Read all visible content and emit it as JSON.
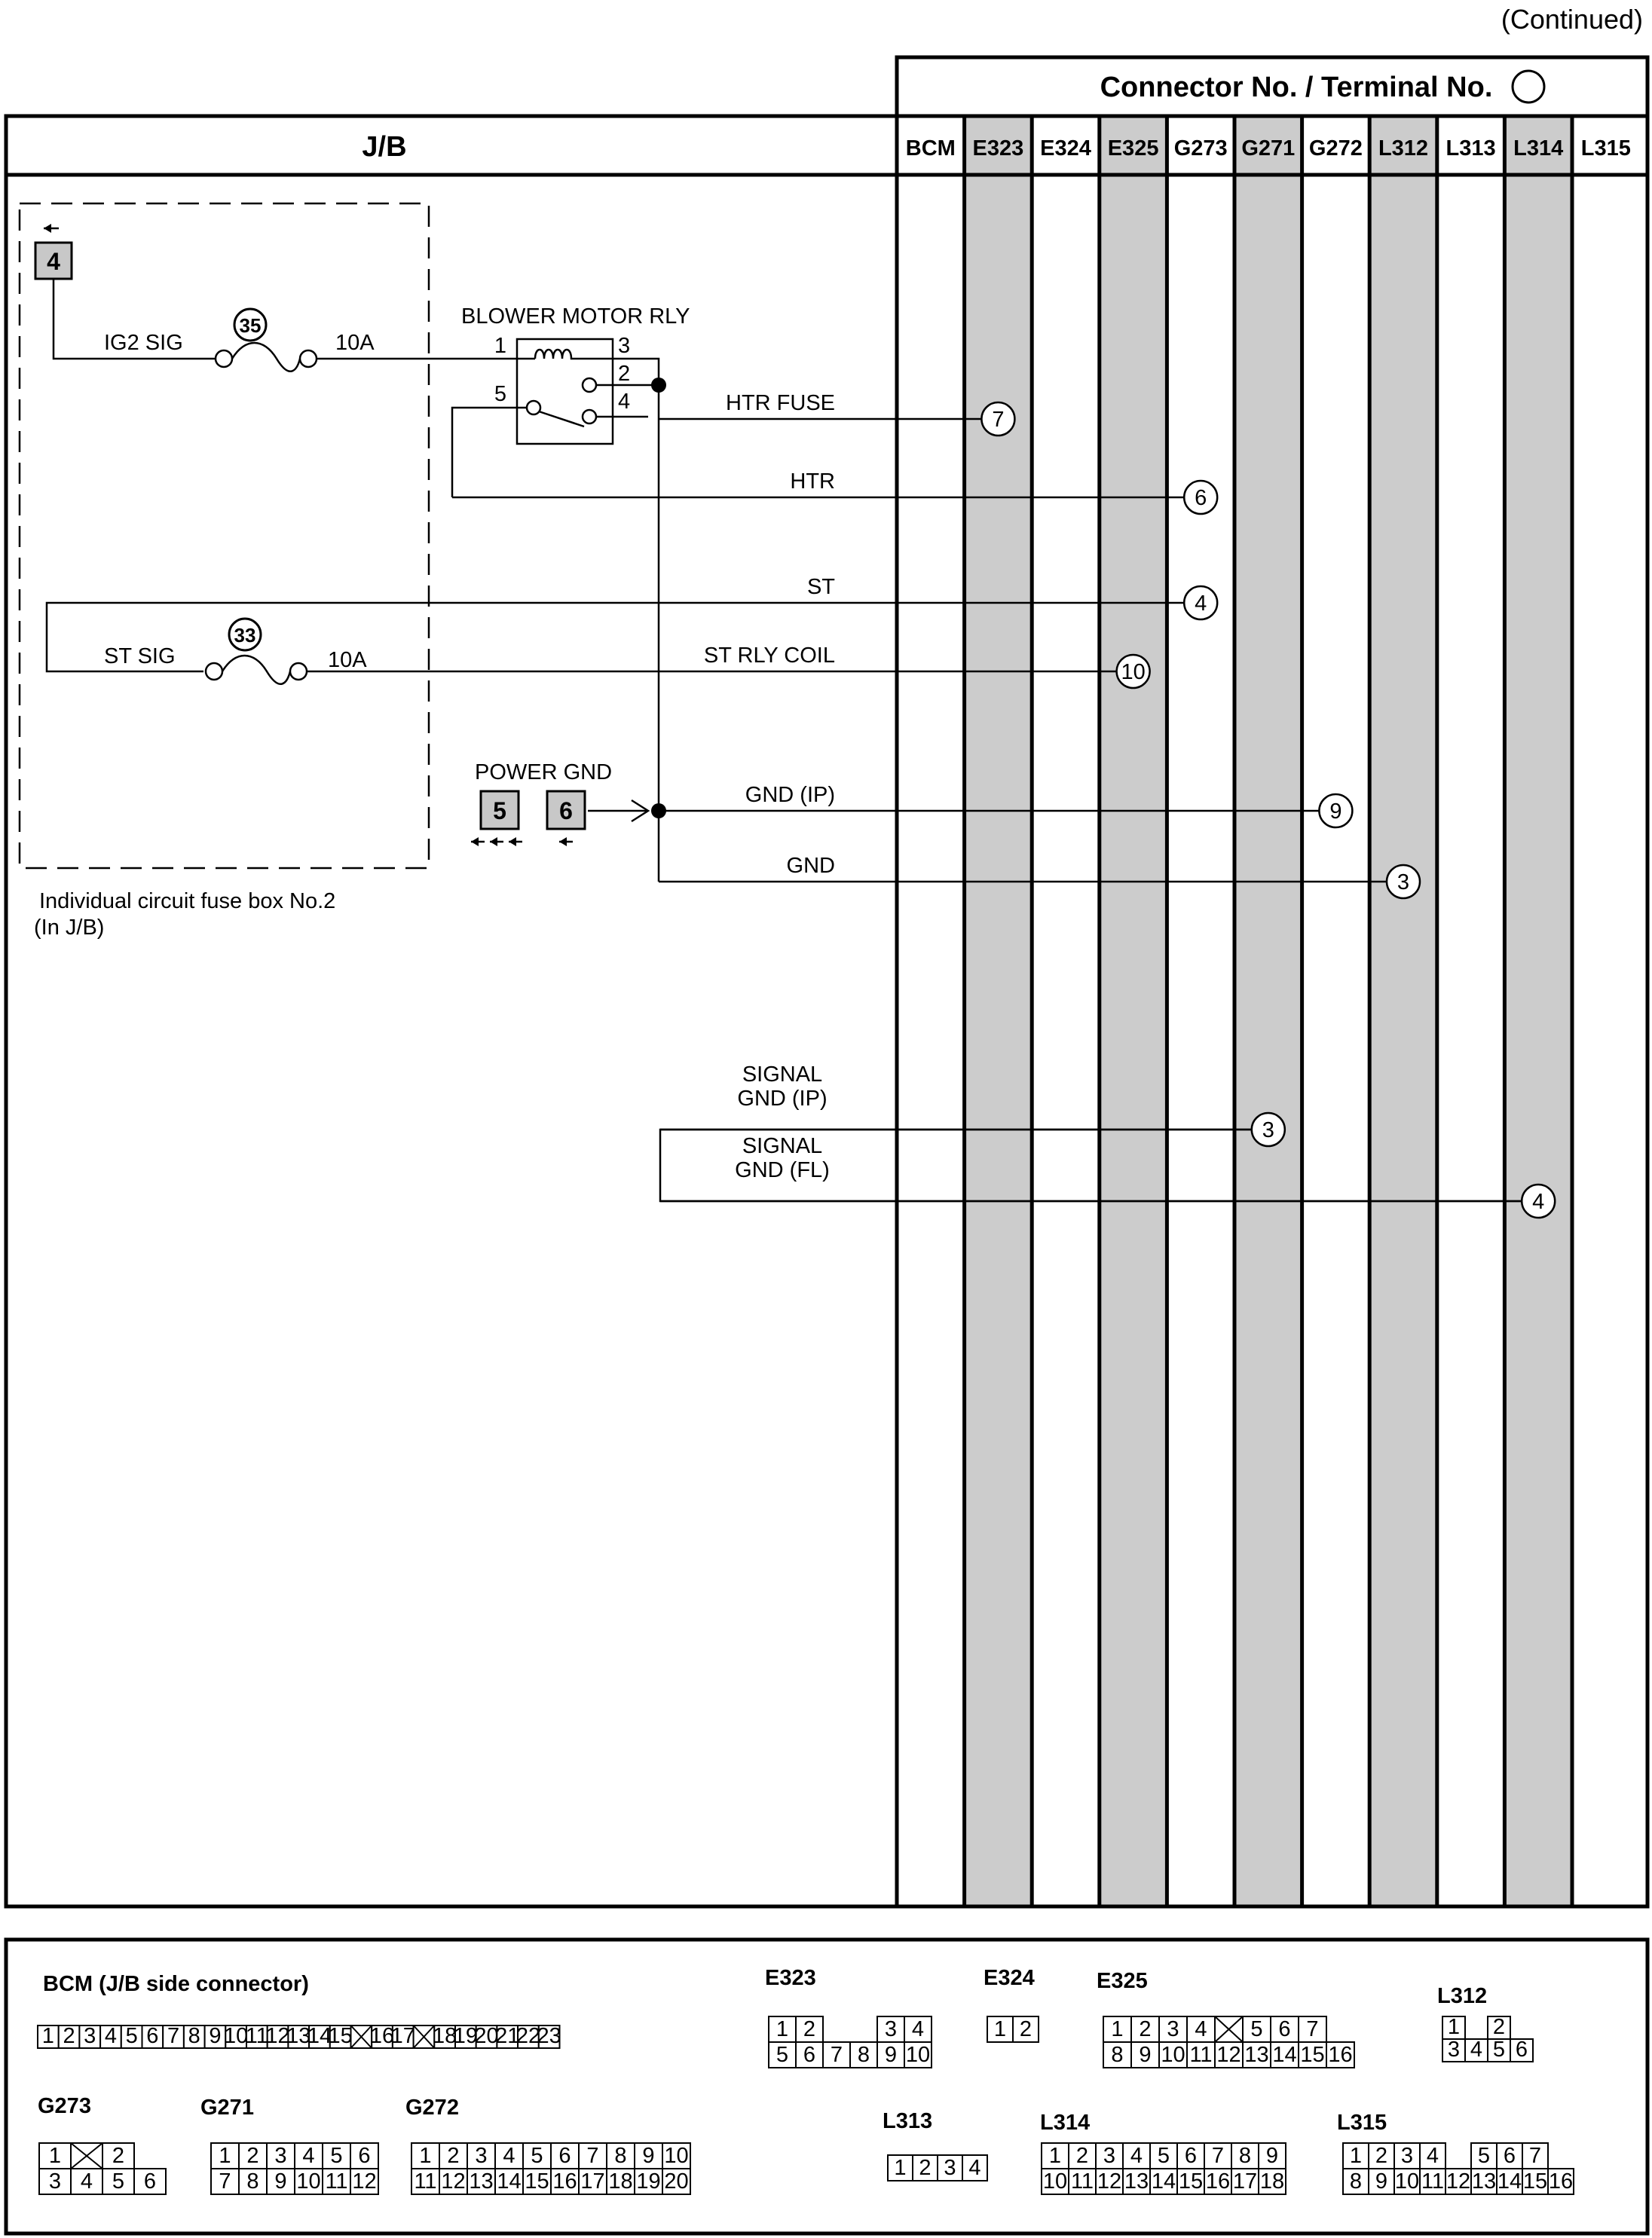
{
  "continued_label": "(Continued)",
  "header": {
    "title": "Connector No. / Terminal No.",
    "jb_label": "J/B",
    "columns": [
      "BCM",
      "E323",
      "E324",
      "E325",
      "G273",
      "G271",
      "G272",
      "L312",
      "L313",
      "L314",
      "L315"
    ],
    "shaded": [
      "E323",
      "E325",
      "G271",
      "L312",
      "L314"
    ]
  },
  "fuse_box": {
    "caption_line1": "Individual circuit fuse box No.2",
    "caption_line2": "(In J/B)",
    "ref_terminal": "4"
  },
  "fuses": [
    {
      "number": "35",
      "signal": "IG2 SIG",
      "rating": "10A"
    },
    {
      "number": "33",
      "signal": "ST SIG",
      "rating": "10A"
    }
  ],
  "relay": {
    "name": "BLOWER MOTOR RLY",
    "pins": [
      "1",
      "3",
      "2",
      "5",
      "4"
    ]
  },
  "power_gnd": {
    "label": "POWER GND",
    "terminals": [
      "5",
      "6"
    ]
  },
  "circuits": [
    {
      "label": "HTR FUSE",
      "connector": "E323",
      "terminal": "7"
    },
    {
      "label": "HTR",
      "connector": "G273",
      "terminal": "6"
    },
    {
      "label": "ST",
      "connector": "G273",
      "terminal": "4"
    },
    {
      "label": "ST RLY COIL",
      "connector": "E325",
      "terminal": "10"
    },
    {
      "label": "GND (IP)",
      "connector": "G272",
      "terminal": "9"
    },
    {
      "label": "GND",
      "connector": "L312",
      "terminal": "3"
    },
    {
      "label_line1": "SIGNAL",
      "label_line2": "GND (IP)",
      "connector": "G271",
      "terminal": "3"
    },
    {
      "label_line1": "SIGNAL",
      "label_line2": "GND (FL)",
      "connector": "L314",
      "terminal": "4"
    }
  ],
  "connector_views": [
    {
      "name": "BCM (J/B side connector)",
      "rows": [
        [
          "1",
          "2",
          "3",
          "4",
          "5",
          "6",
          "7",
          "8",
          "9",
          "10",
          "11",
          "12",
          "13",
          "14",
          "15",
          "X",
          "16",
          "17",
          "X",
          "18",
          "19",
          "20",
          "21",
          "22",
          "23"
        ]
      ]
    },
    {
      "name": "E323",
      "rows": [
        [
          "1",
          "2",
          "",
          "",
          "3",
          "4"
        ],
        [
          "5",
          "6",
          "7",
          "8",
          "9",
          "10"
        ]
      ]
    },
    {
      "name": "E324",
      "rows": [
        [
          "1",
          "2"
        ]
      ]
    },
    {
      "name": "E325",
      "rows": [
        [
          "1",
          "2",
          "3",
          "4",
          "X",
          "5",
          "6",
          "7"
        ],
        [
          "8",
          "9",
          "10",
          "11",
          "12",
          "13",
          "14",
          "15",
          "16"
        ]
      ]
    },
    {
      "name": "L312",
      "rows": [
        [
          "1",
          "",
          "2"
        ],
        [
          "3",
          "4",
          "5",
          "6"
        ]
      ]
    },
    {
      "name": "G273",
      "rows": [
        [
          "1",
          "X",
          "2"
        ],
        [
          "3",
          "4",
          "5",
          "6"
        ]
      ]
    },
    {
      "name": "G271",
      "rows": [
        [
          "1",
          "2",
          "3",
          "4",
          "5",
          "6"
        ],
        [
          "7",
          "8",
          "9",
          "10",
          "11",
          "12"
        ]
      ]
    },
    {
      "name": "G272",
      "rows": [
        [
          "1",
          "2",
          "3",
          "4",
          "5",
          "6",
          "7",
          "8",
          "9",
          "10"
        ],
        [
          "11",
          "12",
          "13",
          "14",
          "15",
          "16",
          "17",
          "18",
          "19",
          "20"
        ]
      ]
    },
    {
      "name": "L313",
      "rows": [
        [
          "1",
          "2",
          "3",
          "4"
        ]
      ]
    },
    {
      "name": "L314",
      "rows": [
        [
          "1",
          "2",
          "3",
          "4",
          "5",
          "6",
          "7",
          "8",
          "9"
        ],
        [
          "10",
          "11",
          "12",
          "13",
          "14",
          "15",
          "16",
          "17",
          "18"
        ]
      ]
    },
    {
      "name": "L315",
      "rows": [
        [
          "1",
          "2",
          "3",
          "4",
          "",
          "5",
          "6",
          "7"
        ],
        [
          "8",
          "9",
          "10",
          "11",
          "12",
          "13",
          "14",
          "15",
          "16"
        ]
      ]
    }
  ]
}
